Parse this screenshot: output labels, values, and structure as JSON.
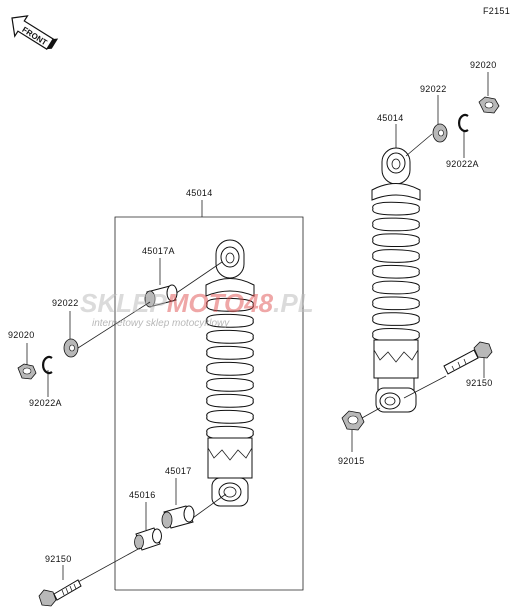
{
  "diagram_code": "F2151",
  "front_label": "FRONT",
  "watermark": {
    "text_a": "SKLEP",
    "text_b": "MOTO",
    "text_c": "48",
    "text_d": ".PL",
    "tagline": "internetowy sklep motocyklowy",
    "accent_color": "#e05050"
  },
  "labels": {
    "shock_left": "45014",
    "shock_right": "45014",
    "bushing_top": "45017A",
    "washer_left": "92022",
    "nut_left": "92020",
    "clip_left": "92022A",
    "bushing_bottom": "45017",
    "collar": "45016",
    "bolt_left": "92150",
    "washer_right": "92022",
    "nut_right": "92020",
    "clip_right": "92022A",
    "bolt_right": "92150",
    "nut_bottom_right": "92015"
  },
  "colors": {
    "line": "#111111",
    "shade": "#b8b8b8"
  }
}
